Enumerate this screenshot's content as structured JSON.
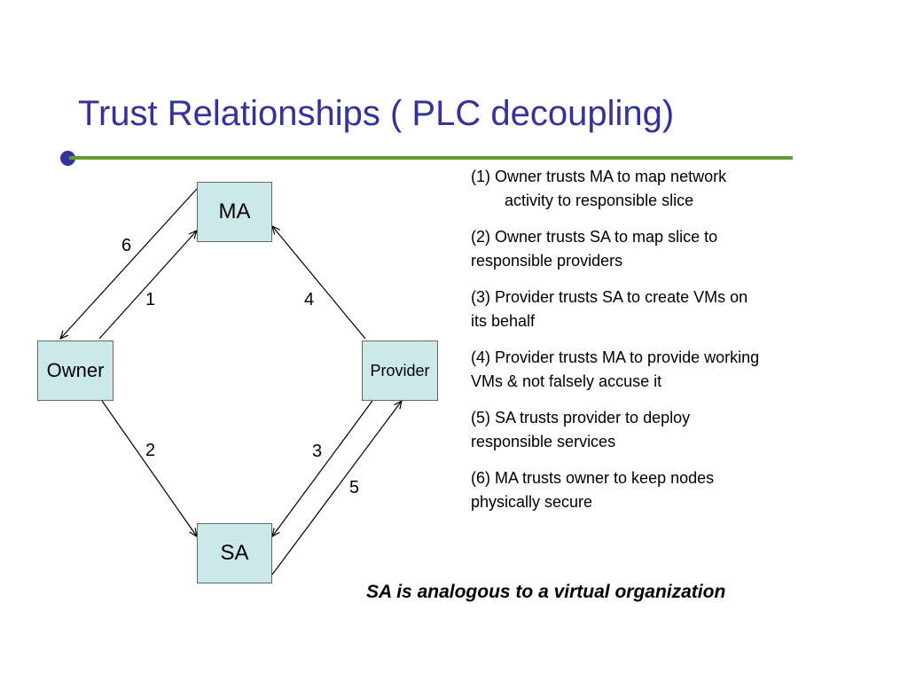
{
  "slide": {
    "title": "Trust Relationships ( PLC decoupling)",
    "colors": {
      "title": "#333399",
      "rule": "#669933",
      "bullet": "#333399",
      "node_fill": "#cce9ea"
    }
  },
  "diagram": {
    "nodes": {
      "ma": "MA",
      "owner": "Owner",
      "provider": "Provider",
      "sa": "SA"
    },
    "edges": [
      {
        "label": "1",
        "from": "Owner",
        "to": "MA"
      },
      {
        "label": "2",
        "from": "Owner",
        "to": "SA"
      },
      {
        "label": "3",
        "from": "Provider",
        "to": "SA"
      },
      {
        "label": "4",
        "from": "Provider",
        "to": "MA"
      },
      {
        "label": "5",
        "from": "SA",
        "to": "Provider"
      },
      {
        "label": "6",
        "from": "MA",
        "to": "Owner"
      }
    ]
  },
  "notes": [
    {
      "line1": "(1) Owner trusts MA to map network",
      "line2": "activity to responsible slice"
    },
    {
      "line1": "(2) Owner trusts SA to map slice to",
      "line2": "responsible providers"
    },
    {
      "line1": "(3) Provider trusts SA to create VMs on",
      "line2": "its behalf"
    },
    {
      "line1": "(4) Provider trusts MA to provide working",
      "line2": "VMs & not falsely accuse it"
    },
    {
      "line1": "(5) SA trusts provider to deploy",
      "line2": "responsible services"
    },
    {
      "line1": "(6) MA trusts owner to keep nodes",
      "line2": "physically secure"
    }
  ],
  "footer": "SA is analogous to a virtual organization"
}
